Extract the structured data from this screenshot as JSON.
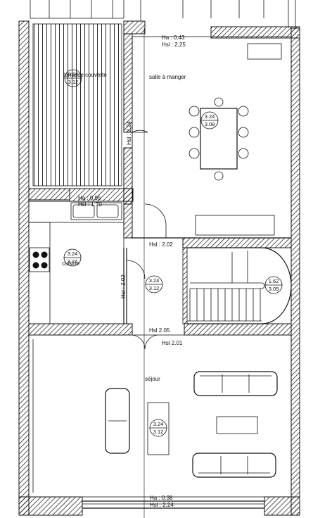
{
  "rooms": {
    "terrace": "terrasse couverte",
    "dining": "salle à manger",
    "kitchen": "cuisine",
    "living": "séjour"
  },
  "levels": {
    "terrace": [
      "3.24",
      "3.12"
    ],
    "dining_table": [
      "3.24",
      "3.08"
    ],
    "kitchen": [
      "3.24",
      "3.24"
    ],
    "hall": [
      "3.24",
      "3.12"
    ],
    "stair": [
      "1.62",
      "3.09"
    ],
    "living": [
      "3.24",
      "3.12"
    ]
  },
  "heights": {
    "dining_top_ha": "Ha : 0.43",
    "dining_top_hsl": "Hsl : 2.25",
    "terrace_door": "Hsl : 2.24",
    "kitchen_window_ha": "Ha : 0.95",
    "kitchen_window_hsl": "Hsl : 1.70",
    "hall_top": "Hsl : 2.02",
    "hall_side": "Hsl : 2.02",
    "hall_bottom": "Hsl 2.05",
    "living_top": "Hsl 2.01",
    "living_bottom_ha": "Ha : 0.38",
    "living_bottom_hsl": "Hsl : 2.24"
  }
}
